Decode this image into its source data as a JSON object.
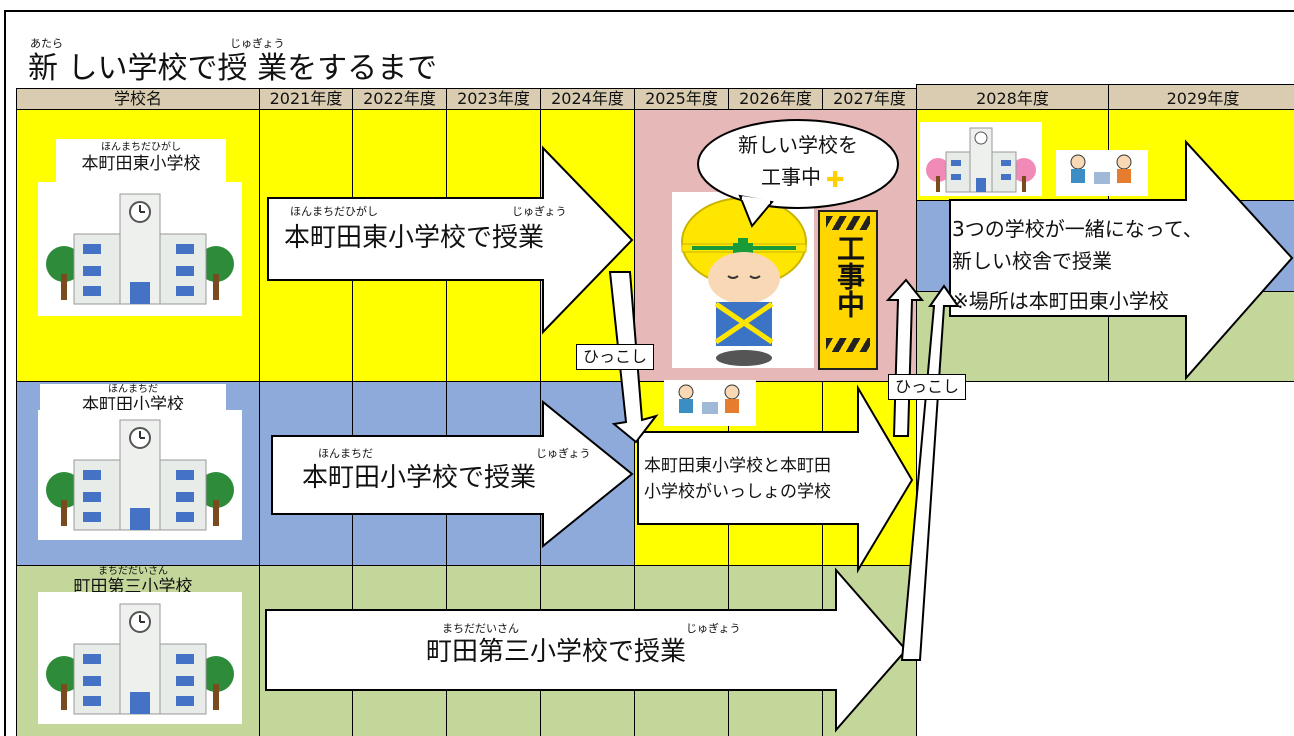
{
  "title": {
    "ruby_1": "あたら",
    "ruby_2": "じゅぎょう",
    "text": "新 しい学校で授 業をするまで"
  },
  "header": {
    "school_col": "学校名",
    "years": [
      "2021年度",
      "2022年度",
      "2023年度",
      "2024年度",
      "2025年度",
      "2026年度",
      "2027年度",
      "2028年度",
      "2029年度"
    ]
  },
  "rows": {
    "higashi": {
      "ruby": "ほんまちだひがし",
      "name": "本町田東小学校",
      "arrow_ruby_1": "ほんまちだひがし",
      "arrow_ruby_2": "じゅぎょう",
      "arrow_text": "本町田東小学校で授業"
    },
    "honmachida": {
      "ruby": "ほんまちだ",
      "name": "本町田小学校",
      "arrow_ruby_1": "ほんまちだ",
      "arrow_ruby_2": "じゅぎょう",
      "arrow_text": "本町田小学校で授業"
    },
    "daisan": {
      "ruby": "まちだだいさん",
      "name": "町田第三小学校",
      "arrow_ruby_1": "まちだだいさん",
      "arrow_ruby_2": "じゅぎょう",
      "arrow_text": "町田第三小学校で授業"
    }
  },
  "construction": {
    "speech": [
      "新しい学校を",
      "工事中"
    ],
    "sign_text": "工事中"
  },
  "combined": {
    "line1": "本町田東小学校と本町田",
    "line2": "小学校がいっしょの学校"
  },
  "merged": {
    "line1": "3つの学校が一緒になって、",
    "line2": "新しい校舎で授業",
    "line3": "※場所は本町田東小学校"
  },
  "move_label_1": "ひっこし",
  "move_label_2": "ひっこし",
  "colors": {
    "yellow": "#ffff00",
    "blue": "#8eaadb",
    "green": "#c4d79b",
    "pink": "#e6b8b7",
    "header": "#d9ccb1"
  }
}
